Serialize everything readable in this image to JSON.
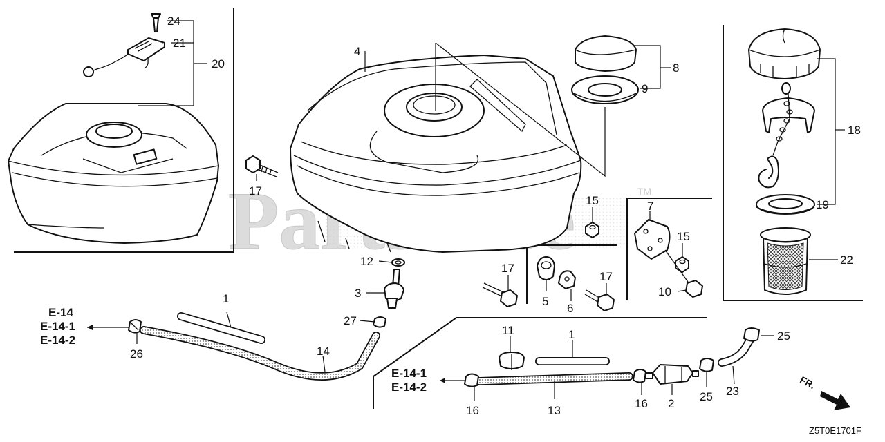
{
  "watermark": {
    "text": "PartsTree",
    "trademark": "TM"
  },
  "diagram_code": "Z5T0E1701F",
  "direction_marker": "FR.",
  "references": {
    "left_group": [
      "E-14",
      "E-14-1",
      "E-14-2"
    ],
    "bottom_group": [
      "E-14-1",
      "E-14-2"
    ]
  },
  "callouts": {
    "c1a": "1",
    "c1b": "1",
    "c2": "2",
    "c3": "3",
    "c4": "4",
    "c5": "5",
    "c6": "6",
    "c7": "7",
    "c8": "8",
    "c9": "9",
    "c10": "10",
    "c11": "11",
    "c12": "12",
    "c13": "13",
    "c14": "14",
    "c15a": "15",
    "c15b": "15",
    "c16a": "16",
    "c16b": "16",
    "c17a": "17",
    "c17b": "17",
    "c17c": "17",
    "c18": "18",
    "c19": "19",
    "c20": "20",
    "c21": "21",
    "c22": "22",
    "c23": "23",
    "c24": "24",
    "c25a": "25",
    "c25b": "25",
    "c26": "26",
    "c27": "27"
  },
  "colors": {
    "ink": "#111111",
    "watermark": "#dcdcdc",
    "background": "#ffffff"
  }
}
